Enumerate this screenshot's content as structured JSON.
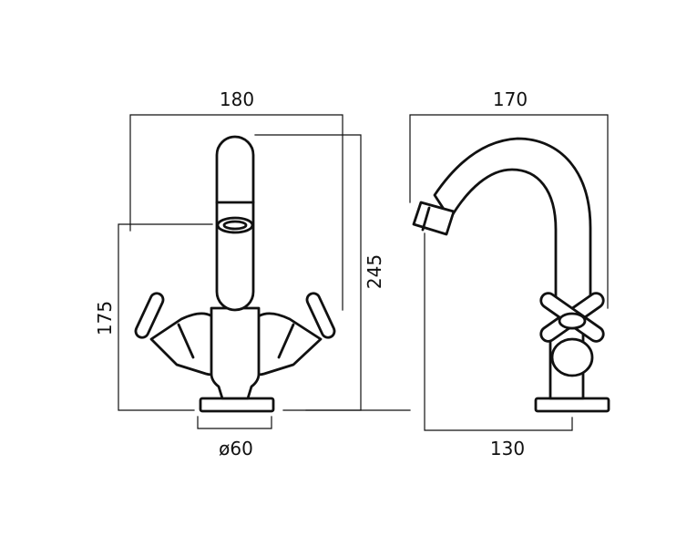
{
  "front_view": {
    "width_label": "180",
    "height_label": "175",
    "base_label": "ø60"
  },
  "side_view": {
    "width_label": "170",
    "height_label": "245",
    "base_label": "130"
  },
  "colors": {
    "line": "#111111",
    "background": "#ffffff"
  }
}
